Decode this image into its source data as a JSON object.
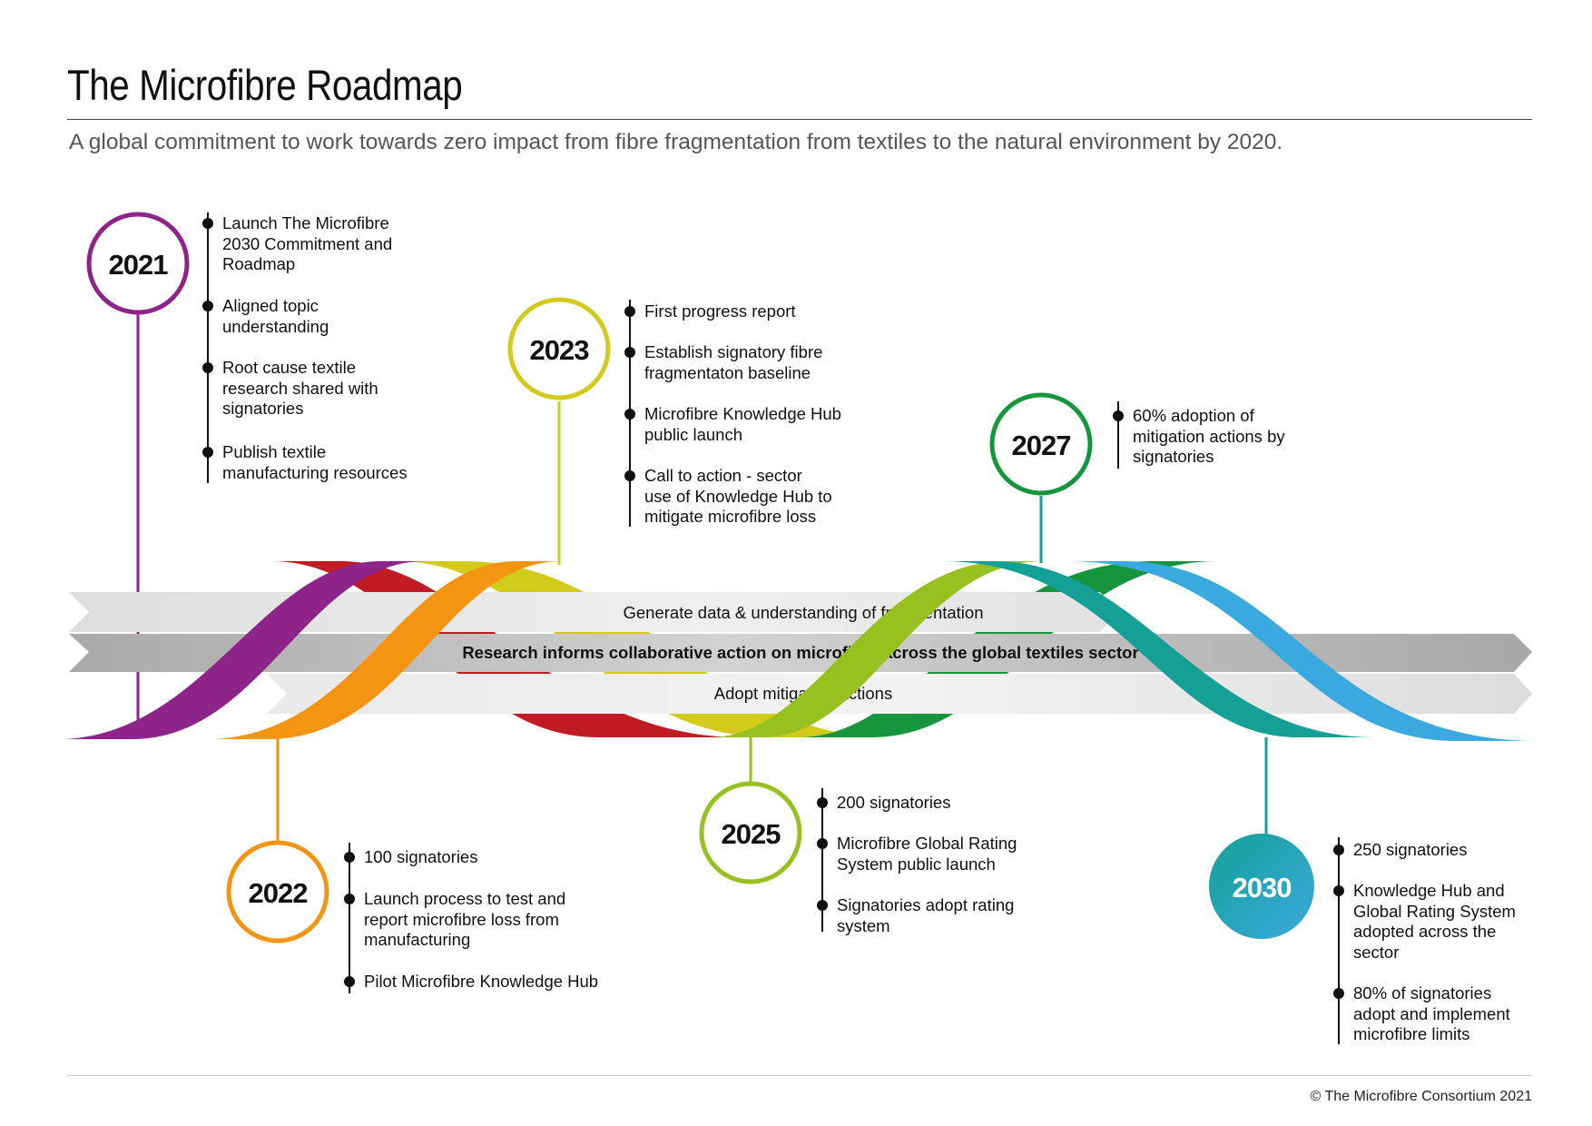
{
  "title": "The Microfibre Roadmap",
  "subtitle": "A global commitment to work towards zero impact from fibre fragmentation from textiles to the natural environment by 2020.",
  "bands": {
    "upper": "Generate data & understanding of fragmentation",
    "middle": "Research informs collaborative action on microfibre across the global textiles sector",
    "lower": "Adopt mitigation actions"
  },
  "colors": {
    "purple": "#8e2389",
    "orange": "#f39512",
    "red": "#c11c24",
    "yellow": "#d2cb1b",
    "lime": "#96c11f",
    "green": "#16953c",
    "teal": "#14a096",
    "blue": "#3aa9df"
  },
  "milestones": [
    {
      "year": "2021",
      "color": "#8e2389",
      "items": [
        "Launch The Microfibre\n2030 Commitment and\nRoadmap",
        "Aligned topic\nunderstanding",
        "Root cause textile\nresearch shared with\nsignatories",
        "Publish textile\nmanufacturing resources"
      ]
    },
    {
      "year": "2022",
      "color": "#f39512",
      "items": [
        "100 signatories",
        "Launch process to test and\nreport microfibre loss from\nmanufacturing",
        "Pilot Microfibre Knowledge Hub"
      ]
    },
    {
      "year": "2023",
      "color": "#d2cb1b",
      "items": [
        "First progress report",
        "Establish signatory fibre\nfragmentaton baseline",
        "Microfibre Knowledge Hub\npublic launch",
        "Call to action - sector\nuse of Knowledge Hub to\nmitigate microfibre loss"
      ]
    },
    {
      "year": "2025",
      "color": "#96c11f",
      "items": [
        "200 signatories",
        "Microfibre Global Rating\nSystem public launch",
        "Signatories adopt rating\nsystem"
      ]
    },
    {
      "year": "2027",
      "color": "#16953c",
      "items": [
        "60% adoption of\nmitigation actions by\nsignatories"
      ]
    },
    {
      "year": "2030",
      "color": "#14a096",
      "items": [
        "250 signatories",
        "Knowledge Hub and\nGlobal Rating System\nadopted across the\nsector",
        "80% of signatories\nadopt and implement\nmicrofibre limits"
      ]
    }
  ],
  "copyright": "© The Microfibre Consortium 2021"
}
